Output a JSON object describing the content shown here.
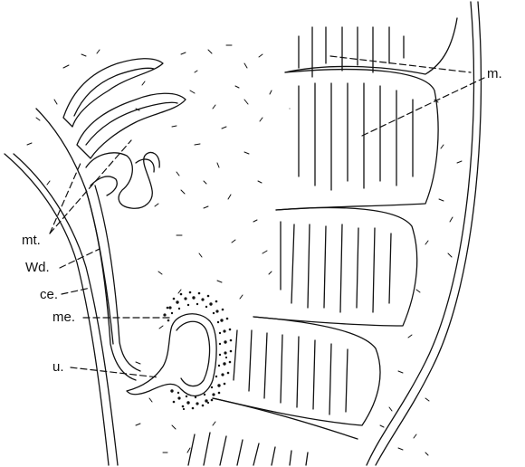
{
  "labels": {
    "m": "m.",
    "mt": "mt.",
    "wd": "Wd.",
    "ce": "ce.",
    "me": "me.",
    "u": "u."
  },
  "colors": {
    "ink": "#111111",
    "paper": "#ffffff"
  }
}
